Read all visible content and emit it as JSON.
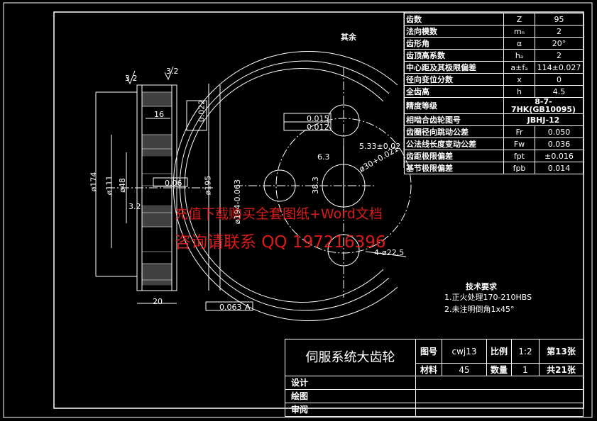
{
  "params": [
    {
      "name": "齿数",
      "sym": "Z",
      "val": "95"
    },
    {
      "name": "法向模数",
      "sym": "mₙ",
      "val": "2"
    },
    {
      "name": "齿形角",
      "sym": "α",
      "val": "20°"
    },
    {
      "name": "齿顶高系数",
      "sym": "hₐ",
      "val": "2"
    },
    {
      "name": "中心距及其极限偏差",
      "sym": "a±fₐ",
      "val": "114±0.027"
    },
    {
      "name": "径向变位分数",
      "sym": "x",
      "val": "0"
    },
    {
      "name": "全齿高",
      "sym": "h",
      "val": "4.5"
    },
    {
      "name": "精度等级",
      "val": "8-7-7HK(GB10095)",
      "wide": true
    },
    {
      "name": "相啮合齿轮图号",
      "val": "JBHJ-12",
      "wide": true
    },
    {
      "name": "齿圈径向跳动公差",
      "sym": "Fr",
      "val": "0.050"
    },
    {
      "name": "公法线长度变动公差",
      "sym": "Fw",
      "val": "0.036"
    },
    {
      "name": "齿距极限偏差",
      "sym": "fpt",
      "val": "±0.016"
    },
    {
      "name": "基节极限偏差",
      "sym": "fpb",
      "val": "0.014"
    }
  ],
  "title_block": {
    "title": "伺服系统大齿轮",
    "drawing_no_label": "图号",
    "drawing_no": "cwj13",
    "scale_label": "比例",
    "scale": "1:2",
    "sheet": "第13张",
    "material_label": "材料",
    "material": "45",
    "qty_label": "数量",
    "qty": "1",
    "total": "共21张",
    "design": "设计",
    "draw": "绘图",
    "review": "审阅"
  },
  "surface_note": "其余",
  "tech": {
    "heading": "技术要求",
    "items": [
      "1.正火处理170-210HBS",
      "2.未注明倒角1x45°"
    ]
  },
  "watermark": {
    "line1": "充值下载购买全套图纸+Word文档",
    "line2": "咨询请联系  QQ 197216396"
  },
  "dims": {
    "d174": "ø174",
    "d111": "ø111",
    "d48": "ø48",
    "d195": "ø195",
    "d194": "ø194-0.063",
    "w16": "16",
    "w20": "20",
    "r32a": "3.2",
    "r32b": "3.2",
    "r32c": "3.2",
    "tol_a": "0.022",
    "tol_b": "0.06",
    "tol_c": "0.063",
    "datum": "A",
    "key": "5.33±0.02",
    "bore": "ø30+0.021",
    "k383": "38.3",
    "r63": "6.3",
    "holes": "4-ø22.5",
    "p015": "0.015",
    "p012": "0.012"
  }
}
